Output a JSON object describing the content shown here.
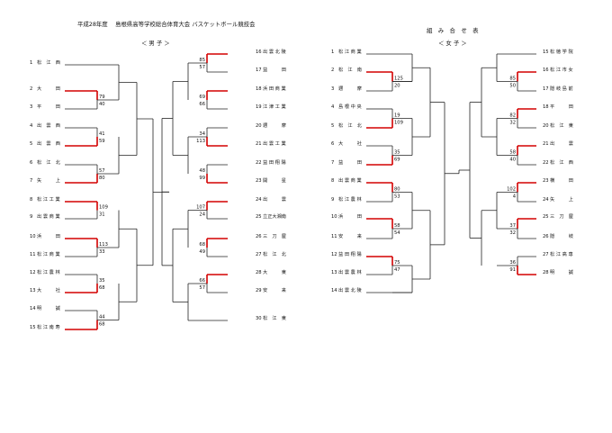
{
  "header": {
    "title": "平成28年度　 島根県高等学校総合体育大会 バスケットボール競技会",
    "subtitle": "組　み　合　せ　表"
  },
  "colors": {
    "winner": "#d40000",
    "line": "#222222"
  },
  "brackets": [
    {
      "id": "boys",
      "heading": "＜ 男 子 ＞",
      "left": [
        {
          "seed": "1",
          "name": "松　江　西"
        },
        {
          "seed": "2",
          "name": "大　　　田"
        },
        {
          "seed": "3",
          "name": "平　　　田"
        },
        {
          "seed": "4",
          "name": "出　雲　西"
        },
        {
          "seed": "5",
          "name": "出　雲　西"
        },
        {
          "seed": "6",
          "name": "松　江　北"
        },
        {
          "seed": "7",
          "name": "矢　　　上"
        },
        {
          "seed": "8",
          "name": "松 江 工 業"
        },
        {
          "seed": "9",
          "name": "出 雲 商 業"
        },
        {
          "seed": "10",
          "name": "浜　　　田"
        },
        {
          "seed": "11",
          "name": "松 江 商 業"
        },
        {
          "seed": "12",
          "name": "松 江 農 林"
        },
        {
          "seed": "13",
          "name": "大　　　社"
        },
        {
          "seed": "14",
          "name": "明　　　誠"
        },
        {
          "seed": "15",
          "name": "松 江 南 寿"
        }
      ],
      "right": [
        {
          "seed": "16",
          "name": "出 雲 北 陵"
        },
        {
          "seed": "17",
          "name": "益　　　田"
        },
        {
          "seed": "18",
          "name": "浜 田 商 業"
        },
        {
          "seed": "19",
          "name": "江 津 工 業"
        },
        {
          "seed": "20",
          "name": "邇　　　摩"
        },
        {
          "seed": "21",
          "name": "出 雲 工 業"
        },
        {
          "seed": "22",
          "name": "益 田 翔 陽"
        },
        {
          "seed": "23",
          "name": "開　　　星"
        },
        {
          "seed": "24",
          "name": "出　　　雲"
        },
        {
          "seed": "25",
          "name": "立正大湘南"
        },
        {
          "seed": "26",
          "name": "三　刀　屋"
        },
        {
          "seed": "27",
          "name": "松　江　北"
        },
        {
          "seed": "28",
          "name": "大　　　東"
        },
        {
          "seed": "29",
          "name": "安　　　来"
        },
        {
          "seed": "30",
          "name": "松　江　東"
        }
      ],
      "scores": [
        {
          "a": "79",
          "b": "40"
        },
        {
          "a": "41",
          "b": "59"
        },
        {
          "a": "57",
          "b": "80"
        },
        {
          "a": "109",
          "b": "31"
        },
        {
          "a": "113",
          "b": "33"
        },
        {
          "a": "35",
          "b": "68"
        },
        {
          "a": "44",
          "b": "68"
        },
        {
          "a": "85",
          "b": "57"
        },
        {
          "a": "69",
          "b": "66"
        },
        {
          "a": "34",
          "b": "113"
        },
        {
          "a": "48",
          "b": "99"
        },
        {
          "a": "107",
          "b": "24"
        },
        {
          "a": "68",
          "b": "49"
        },
        {
          "a": "66",
          "b": "57"
        }
      ]
    },
    {
      "id": "girls",
      "heading": "＜ 女 子 ＞",
      "left": [
        {
          "seed": "1",
          "name": "松 江 商 業"
        },
        {
          "seed": "2",
          "name": "松　江　南"
        },
        {
          "seed": "3",
          "name": "邇　　　摩"
        },
        {
          "seed": "4",
          "name": "島 根 中 央"
        },
        {
          "seed": "5",
          "name": "松　江　北"
        },
        {
          "seed": "6",
          "name": "大　　　社"
        },
        {
          "seed": "7",
          "name": "益　　　田"
        },
        {
          "seed": "8",
          "name": "出 雲 商 業"
        },
        {
          "seed": "9",
          "name": "松 江 農 林"
        },
        {
          "seed": "10",
          "name": "浜　　　田"
        },
        {
          "seed": "11",
          "name": "安　　　来"
        },
        {
          "seed": "12",
          "name": "益 田 翔 陽"
        },
        {
          "seed": "13",
          "name": "出 雲 農 林"
        },
        {
          "seed": "14",
          "name": "出 雲 北 陵"
        }
      ],
      "right": [
        {
          "seed": "15",
          "name": "松 徳 学 院"
        },
        {
          "seed": "16",
          "name": "松 江 市 女"
        },
        {
          "seed": "17",
          "name": "隠 岐 島 前"
        },
        {
          "seed": "18",
          "name": "平　　　田"
        },
        {
          "seed": "20",
          "name": "松　江　東"
        },
        {
          "seed": "21",
          "name": "出　　　雲"
        },
        {
          "seed": "22",
          "name": "松　江　西"
        },
        {
          "seed": "23",
          "name": "横　　　田"
        },
        {
          "seed": "24",
          "name": "矢　　　上"
        },
        {
          "seed": "25",
          "name": "三　刀　屋"
        },
        {
          "seed": "26",
          "name": "隠　　　岐"
        },
        {
          "seed": "27",
          "name": "松 江 高 専"
        },
        {
          "seed": "28",
          "name": "明　　　誠"
        }
      ],
      "scores": [
        {
          "a": "125",
          "b": "20"
        },
        {
          "a": "19",
          "b": "109"
        },
        {
          "a": "35",
          "b": "69"
        },
        {
          "a": "80",
          "b": "53"
        },
        {
          "a": "58",
          "b": "54"
        },
        {
          "a": "75",
          "b": "47"
        },
        {
          "a": "85",
          "b": "50"
        },
        {
          "a": "82",
          "b": "32"
        },
        {
          "a": "58",
          "b": "40"
        },
        {
          "a": "102",
          "b": "4"
        },
        {
          "a": "37",
          "b": "32"
        },
        {
          "a": "36",
          "b": "91"
        }
      ]
    }
  ]
}
